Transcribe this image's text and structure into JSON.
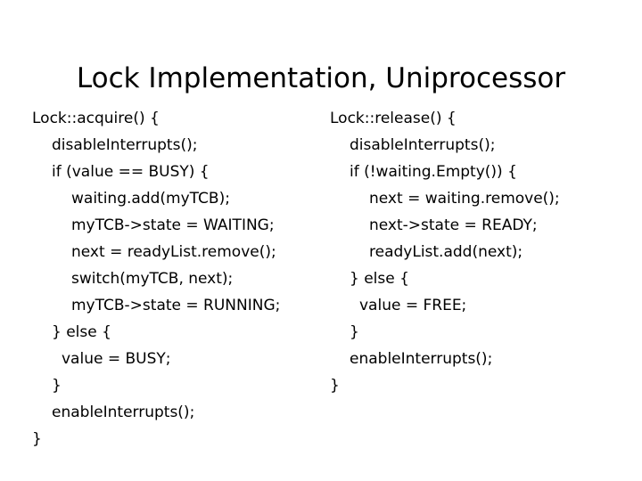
{
  "slide": {
    "title": "Lock Implementation, Uniprocessor",
    "background_color": "#ffffff",
    "text_color": "#000000"
  },
  "code": {
    "acquire": {
      "name": "Lock::acquire",
      "lines": [
        {
          "text": "Lock::acquire() {",
          "indent": 0
        },
        {
          "text": "disableInterrupts();",
          "indent": 1
        },
        {
          "text": "if (value == BUSY) {",
          "indent": 1
        },
        {
          "text": "waiting.add(myTCB);",
          "indent": 2
        },
        {
          "text": "myTCB->state = WAITING;",
          "indent": 2
        },
        {
          "text": "next = readyList.remove();",
          "indent": 2
        },
        {
          "text": "switch(myTCB, next);",
          "indent": 2
        },
        {
          "text": "myTCB->state = RUNNING;",
          "indent": 2
        },
        {
          "text": "} else {",
          "indent": 1
        },
        {
          "text": "value = BUSY;",
          "indent": 1.5
        },
        {
          "text": "}",
          "indent": 1
        },
        {
          "text": "enableInterrupts();",
          "indent": 1
        },
        {
          "text": "}",
          "indent": 0
        }
      ]
    },
    "release": {
      "name": "Lock::release",
      "lines": [
        {
          "text": "Lock::release() {",
          "indent": 0
        },
        {
          "text": "disableInterrupts();",
          "indent": 1
        },
        {
          "text": "if (!waiting.Empty()) {",
          "indent": 1
        },
        {
          "text": "next = waiting.remove();",
          "indent": 2
        },
        {
          "text": "next->state = READY;",
          "indent": 2
        },
        {
          "text": "readyList.add(next);",
          "indent": 2
        },
        {
          "text": "} else {",
          "indent": 1
        },
        {
          "text": "value = FREE;",
          "indent": 1.5
        },
        {
          "text": "}",
          "indent": 1
        },
        {
          "text": "enableInterrupts();",
          "indent": 1
        },
        {
          "text": "}",
          "indent": 0
        }
      ]
    }
  }
}
